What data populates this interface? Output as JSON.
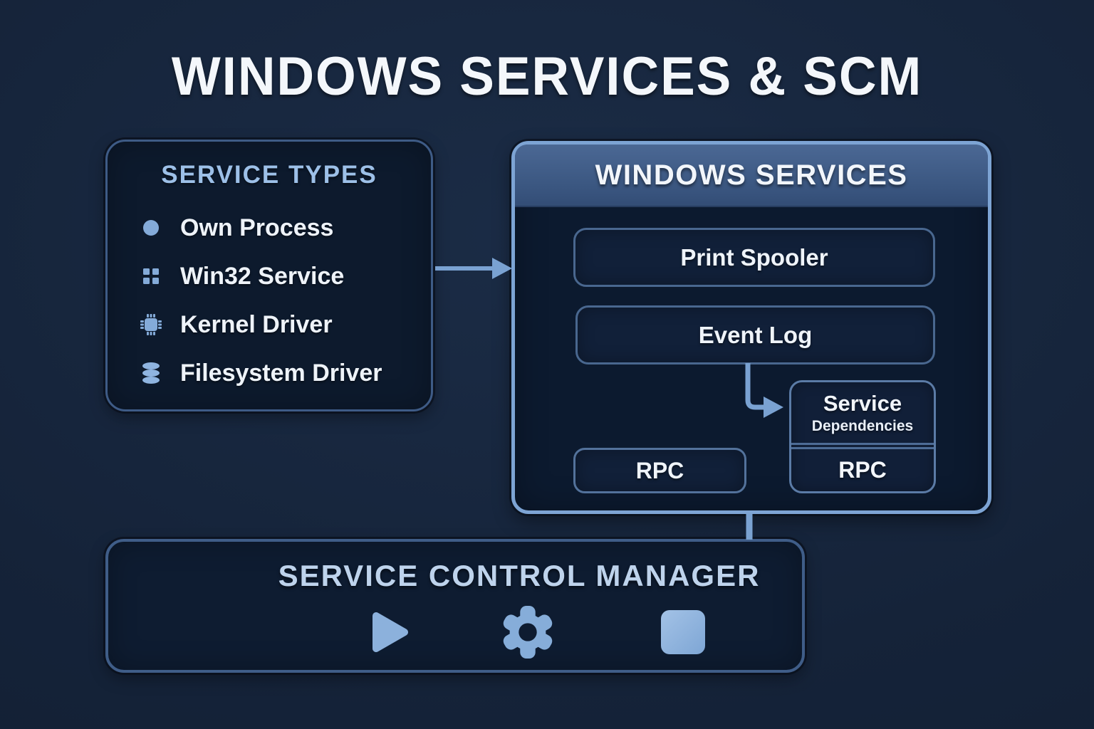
{
  "title": "WINDOWS SERVICES & SCM",
  "colors": {
    "background": "#152339",
    "panel_fill": "#0d1a2d",
    "accent_border": "#7da4d4",
    "accent_icon": "#84abd9",
    "heading_blue": "#9dc0e8",
    "scm_heading_blue": "#bed3ec",
    "text_white": "#f2f6fb",
    "header_band": "#3a5680",
    "connector": "#7aa2d2"
  },
  "service_types": {
    "title": "SERVICE TYPES",
    "items": [
      {
        "icon": "dot-icon",
        "label": "Own Process"
      },
      {
        "icon": "grid-icon",
        "label": "Win32 Service"
      },
      {
        "icon": "chip-icon",
        "label": "Kernel Driver"
      },
      {
        "icon": "database-icon",
        "label": "Filesystem Driver"
      }
    ]
  },
  "windows_services": {
    "title": "WINDOWS SERVICES",
    "services": [
      "Print Spooler",
      "Event Log"
    ],
    "rpc_label": "RPC",
    "dependencies": {
      "line1": "Service",
      "line2": "Dependencies",
      "rpc_label": "RPC"
    }
  },
  "scm": {
    "title": "SERVICE CONTROL MANAGER",
    "icons": [
      "play-icon",
      "gear-icon",
      "stop-icon"
    ]
  }
}
